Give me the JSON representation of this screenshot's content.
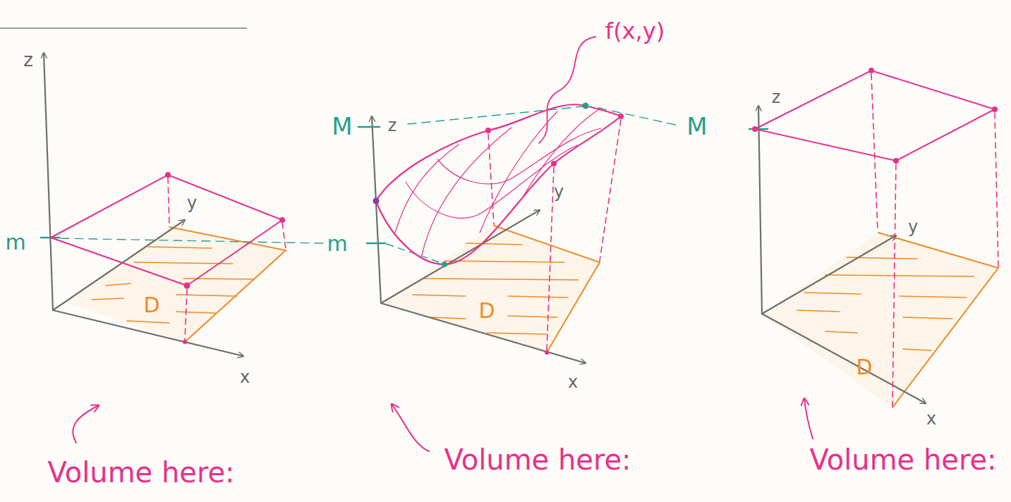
{
  "diagram": {
    "labels": [
      "z",
      "y",
      "x",
      "m",
      "D",
      "Volume here:",
      "f(x,y)",
      "M",
      "z",
      "m",
      "y",
      "D",
      "x",
      "Volume here:",
      "M",
      "z",
      "y",
      "D",
      "x",
      "Volume here:"
    ]
  }
}
